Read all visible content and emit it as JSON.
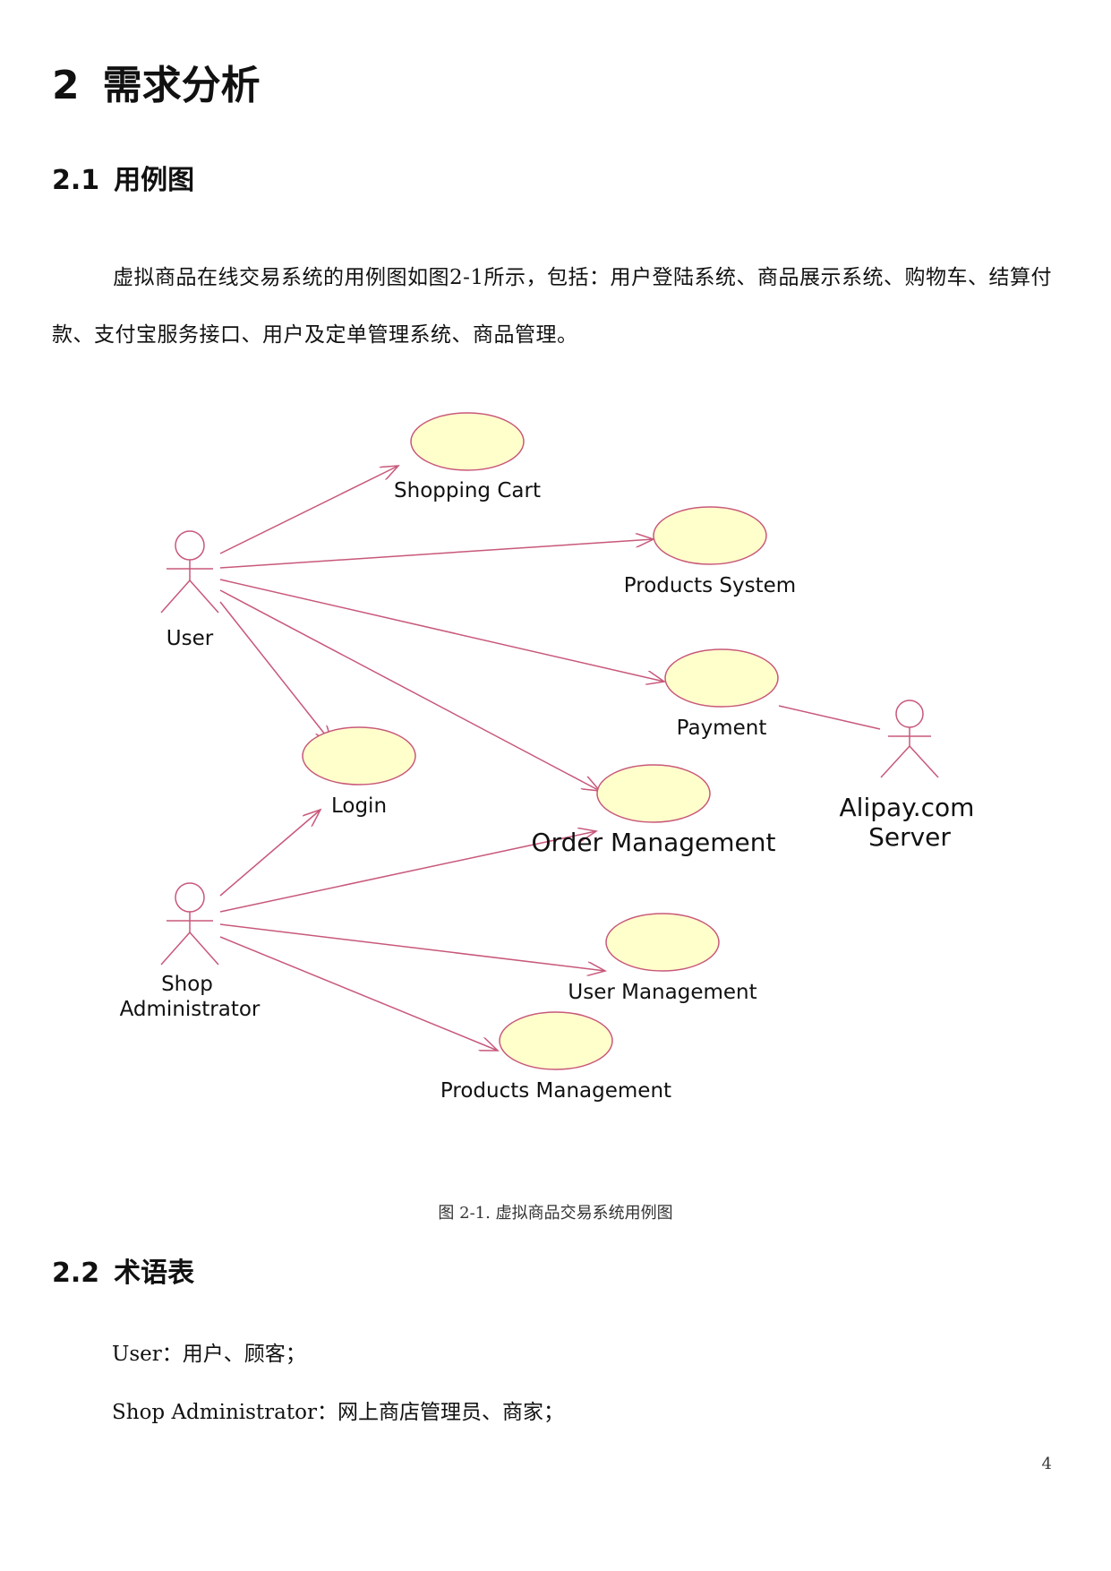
{
  "heading1": {
    "number": "2",
    "title": "需求分析"
  },
  "section1": {
    "number": "2.1",
    "title": "用例图"
  },
  "intro_paragraph": "虚拟商品在线交易系统的用例图如图2-1所示，包括：用户登陆系统、商品展示系统、购物车、结算付款、支付宝服务接口、用户及定单管理系统、商品管理。",
  "diagram": {
    "actors": {
      "user": "User",
      "shop_admin_line1": "Shop",
      "shop_admin_line2": "Administrator",
      "alipay_line1": "Alipay.com",
      "alipay_line2": "Server"
    },
    "use_cases": {
      "shopping_cart": "Shopping Cart",
      "products_system": "Products System",
      "payment": "Payment",
      "login": "Login",
      "order_management": "Order Management",
      "user_management": "User Management",
      "products_management": "Products Management"
    },
    "colors": {
      "use_case_fill": "#ffffcc",
      "line": "#c8587a"
    }
  },
  "figure_caption": "图 2-1.   虚拟商品交易系统用例图",
  "section2": {
    "number": "2.2",
    "title": "术语表"
  },
  "glossary": [
    {
      "term": "User",
      "definition": "：用户、顾客；"
    },
    {
      "term": "Shop Administrator",
      "definition": "：网上商店管理员、商家；"
    }
  ],
  "page_number": "4"
}
